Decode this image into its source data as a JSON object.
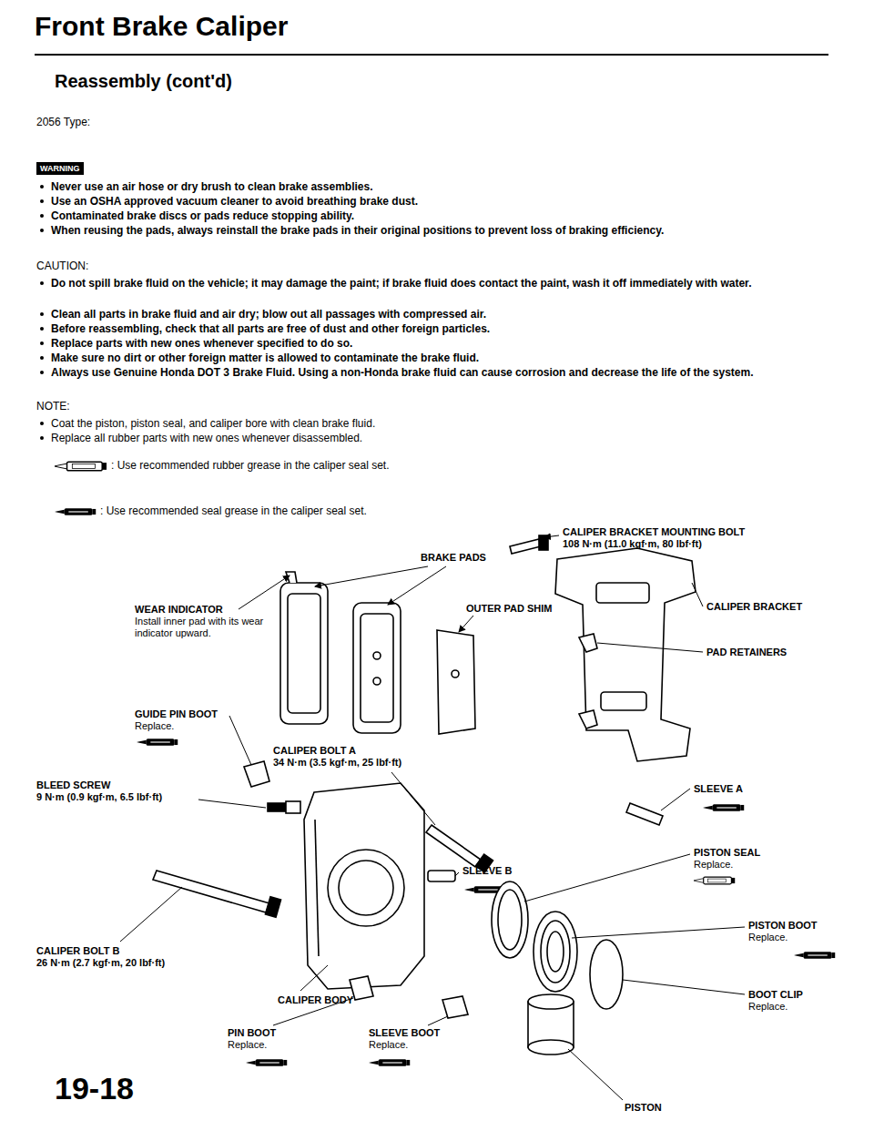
{
  "diagram": {
    "title": "Front Brake Caliper",
    "nodes": [
      {
        "text": [
          "WARNING"
        ]
      }
    ],
    "labels": [
      "Reassembly (cont'd)",
      "2056 Type:",
      "Never use an air hose or dry brush to clean brake assemblies.",
      "Use an OSHA approved vacuum cleaner to avoid breathing brake dust.",
      "Contaminated brake discs or pads reduce stopping ability.",
      "When reusing the pads, always reinstall the brake pads in their original positions to prevent loss of braking efficiency.",
      "CAUTION:",
      "Do not spill brake fluid on the vehicle; it may damage the paint; if brake fluid does contact the paint, wash it off immediately with water.",
      "Clean all parts in brake fluid and air dry; blow out all passages with compressed air.",
      "Before reassembling, check that all parts are free of dust and other foreign particles.",
      "Replace parts with new ones whenever specified to do so.",
      "Make sure no dirt or other foreign matter is allowed to contaminate the brake fluid.",
      "Always use Genuine Honda DOT 3 Brake Fluid. Using a non-Honda brake fluid can cause corrosion and decrease the life of the system.",
      "NOTE:",
      "Coat the piston, piston seal, and caliper bore with clean brake fluid.",
      "Replace all rubber parts with new ones whenever disassembled.",
      ": Use recommended rubber grease in the caliper seal set.",
      ": Use recommended seal grease in the caliper seal set.",
      "CALIPER BRACKET MOUNTING BOLT",
      "108 N·m (11.0 kgf·m, 80 lbf·ft)",
      "BRAKE PADS",
      "OUTER PAD SHIM",
      "CALIPER BRACKET",
      "WEAR INDICATOR",
      "Install inner pad with its wear indicator upward.",
      "PAD RETAINERS",
      "GUIDE PIN BOOT",
      "Replace.",
      "CALIPER BOLT A",
      "34 N·m (3.5 kgf·m, 25 lbf·ft)",
      "BLEED SCREW",
      "9 N·m (0.9 kgf·m, 6.5 lbf·ft)",
      "SLEEVE A",
      "PISTON SEAL",
      "Replace.",
      "SLEEVE B",
      "PISTON BOOT",
      "Replace.",
      "CALIPER BOLT B",
      "26 N·m (2.7 kgf·m, 20 lbf·ft)",
      "BOOT CLIP",
      "Replace.",
      "CALIPER BODY",
      "PIN BOOT",
      "Replace.",
      "SLEEVE BOOT",
      "Replace.",
      "19-18",
      "PISTON"
    ]
  }
}
